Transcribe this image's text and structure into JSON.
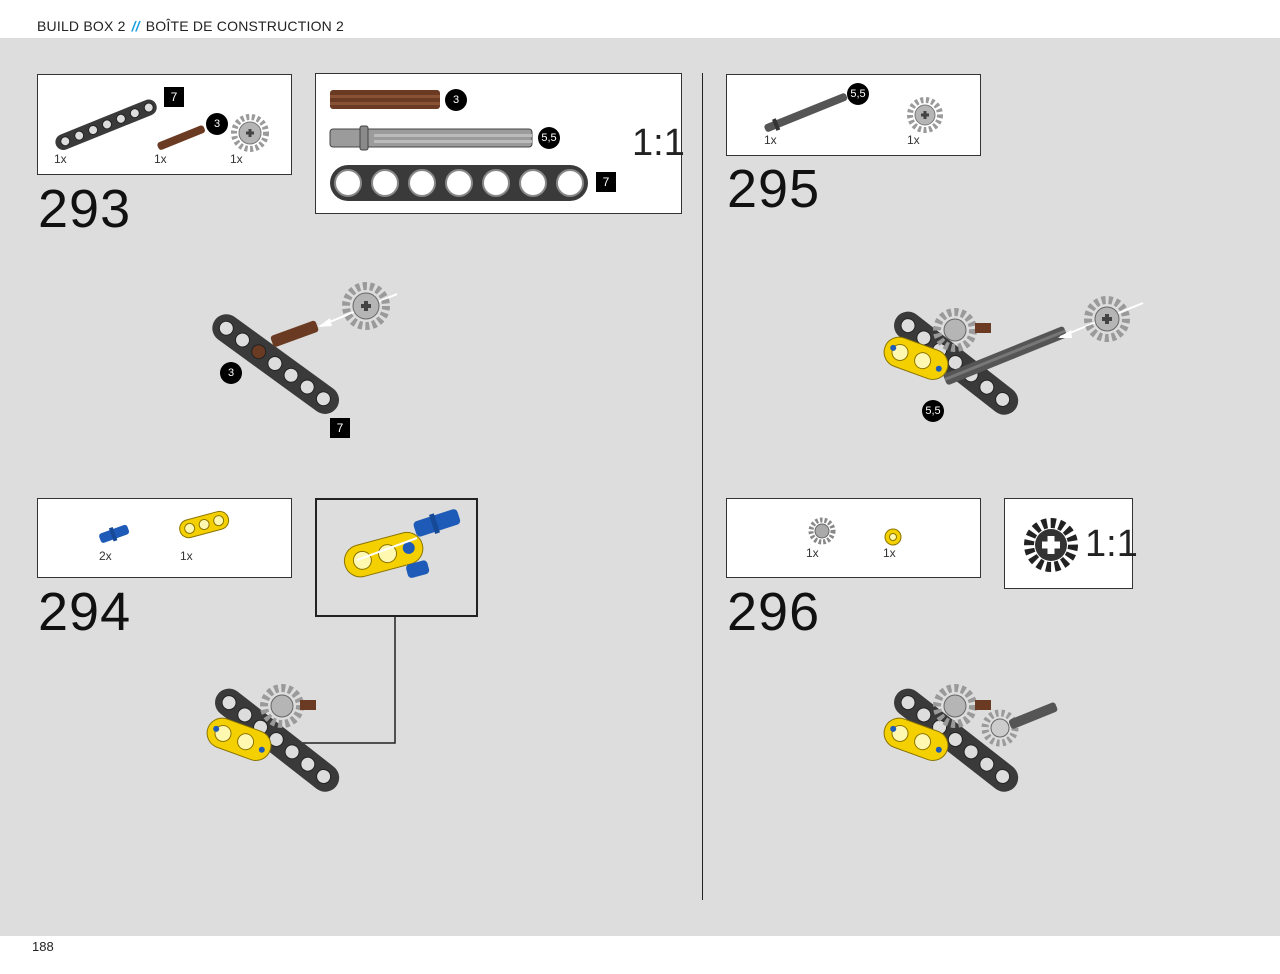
{
  "header": {
    "left": "BUILD BOX 2",
    "separator": "//",
    "right": "BOÎTE DE CONSTRUCTION 2"
  },
  "footer": {
    "page_number": "188"
  },
  "steps": {
    "s293": {
      "number": "293",
      "parts_qty": [
        "1x",
        "1x",
        "1x"
      ],
      "beam_len": "7",
      "axle_len": "3",
      "ref": {
        "axle_len": "3",
        "axle2_len": "5,5",
        "beam_len": "7",
        "scale": "1:1"
      },
      "callouts": {
        "axle": "3",
        "beam": "7"
      }
    },
    "s294": {
      "number": "294",
      "parts_qty": [
        "2x",
        "1x"
      ]
    },
    "s295": {
      "number": "295",
      "parts_qty": [
        "1x",
        "1x"
      ],
      "axle_len": "5,5",
      "callouts": {
        "axle": "5,5"
      }
    },
    "s296": {
      "number": "296",
      "parts_qty": [
        "1x",
        "1x"
      ],
      "ref": {
        "scale": "1:1"
      }
    }
  },
  "colors": {
    "accent": "#1aa0e0",
    "background": "#dcdddc",
    "beam": "#3a3a3a",
    "brown": "#6b3a22",
    "gear": "#9a9a9a",
    "yellow": "#f5d000",
    "blue": "#1e5bb8"
  }
}
